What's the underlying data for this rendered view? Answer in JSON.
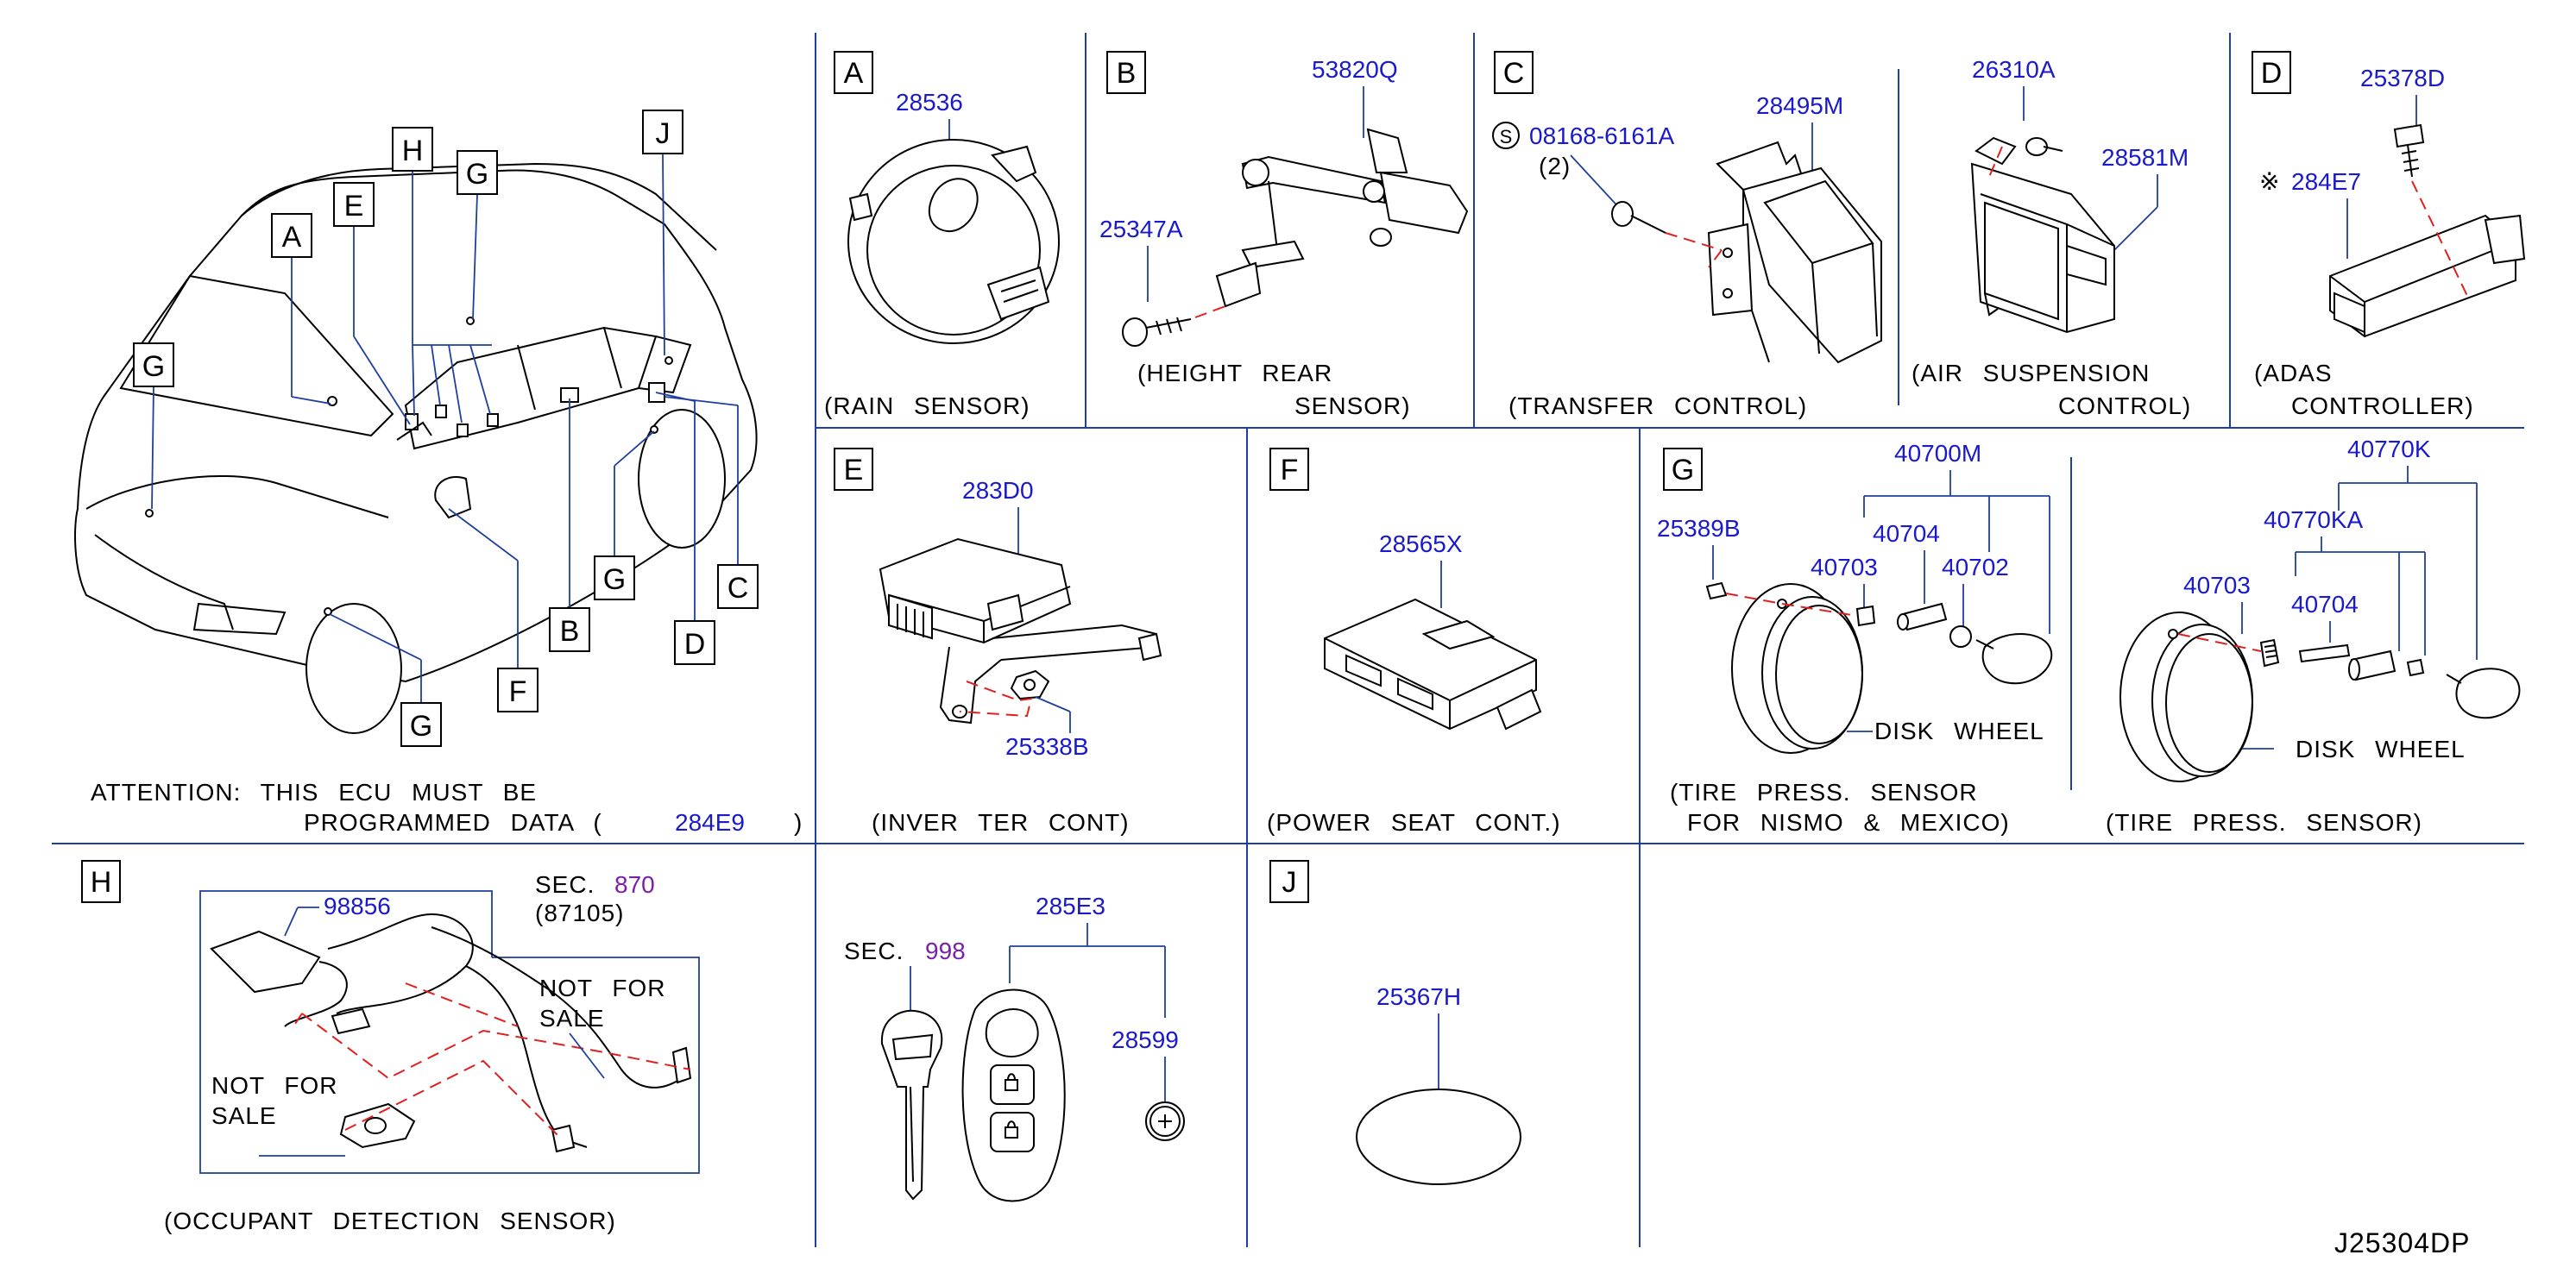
{
  "diagram_code": "J25304DP",
  "overview": {
    "letters": [
      "A",
      "E",
      "H",
      "G",
      "J",
      "G",
      "G",
      "F",
      "B",
      "G",
      "D",
      "C"
    ],
    "attention_line1": "ATTENTION: THIS ECU MUST BE",
    "attention_line2": "PROGRAMMED DATA (",
    "attention_part": "284E9",
    "attention_close": ")"
  },
  "panels": {
    "A": {
      "letter": "A",
      "parts": [
        "28536"
      ],
      "caption": "(RAIN SENSOR)"
    },
    "B": {
      "letter": "B",
      "parts": [
        "53820Q",
        "25347A"
      ],
      "caption1": "(HEIGHT REAR",
      "caption2": "SENSOR)"
    },
    "C": {
      "letter": "C",
      "s_mark": "S",
      "parts": [
        "08168-6161A",
        "28495M"
      ],
      "qty": "(2)",
      "caption": "(TRANSFER CONTROL)"
    },
    "C2": {
      "parts": [
        "26310A",
        "28581M"
      ],
      "caption1": "(AIR SUSPENSION",
      "caption2": "CONTROL)"
    },
    "D": {
      "letter": "D",
      "parts": [
        "25378D",
        "284E7"
      ],
      "mark": "※",
      "caption1": "(ADAS",
      "caption2": "CONTROLLER)"
    },
    "E": {
      "letter": "E",
      "parts": [
        "283D0",
        "25338B"
      ],
      "caption": "(INVER TER CONT)"
    },
    "F": {
      "letter": "F",
      "parts": [
        "28565X"
      ],
      "caption": "(POWER SEAT CONT.)"
    },
    "G": {
      "letter": "G",
      "parts": [
        "40700M",
        "25389B",
        "40704",
        "40703",
        "40702"
      ],
      "disk_wheel": "DISK WHEEL",
      "caption1": "(TIRE PRESS. SENSOR",
      "caption2": "FOR NISMO & MEXICO)"
    },
    "G2": {
      "parts": [
        "40770K",
        "40770KA",
        "40703",
        "40704"
      ],
      "disk_wheel": "DISK WHEEL",
      "caption": "(TIRE PRESS. SENSOR)"
    },
    "H": {
      "letter": "H",
      "parts": [
        "98856"
      ],
      "sec_label": "SEC.",
      "sec_num": "870",
      "sec_sub": "(87105)",
      "nfs1_line1": "NOT FOR",
      "nfs1_line2": "SALE",
      "nfs2_line1": "NOT FOR",
      "nfs2_line2": "SALE",
      "caption": "(OCCUPANT DETECTION SENSOR)"
    },
    "I": {
      "sec_label": "SEC.",
      "sec_num": "998",
      "parts": [
        "285E3",
        "28599"
      ]
    },
    "J": {
      "letter": "J",
      "parts": [
        "25367H"
      ]
    }
  },
  "colors": {
    "grid": "#1f3f9f",
    "part_number": "#1a1acc",
    "section_ref": "#7a1fa8",
    "dash": "#e0201f"
  }
}
